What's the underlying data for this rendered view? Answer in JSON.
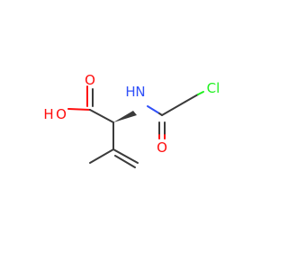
{
  "molecule": {
    "atoms": {
      "carboxyl_carbonyl_o": {
        "symbol": "O",
        "color": "#ff0d0d"
      },
      "hydroxyl_o": {
        "symbol": "O",
        "color": "#ff0d0d"
      },
      "hydroxyl_h": {
        "symbol": "H",
        "color": "#ff0d0d"
      },
      "amide_n": {
        "symbol": "N",
        "color": "#3050f8"
      },
      "amide_h": {
        "symbol": "H",
        "color": "#3050f8"
      },
      "amide_o": {
        "symbol": "O",
        "color": "#ff0d0d"
      },
      "chlorine": {
        "symbol": "Cl",
        "color": "#1ff01f"
      }
    },
    "bond_color": "#3b3b3b"
  }
}
